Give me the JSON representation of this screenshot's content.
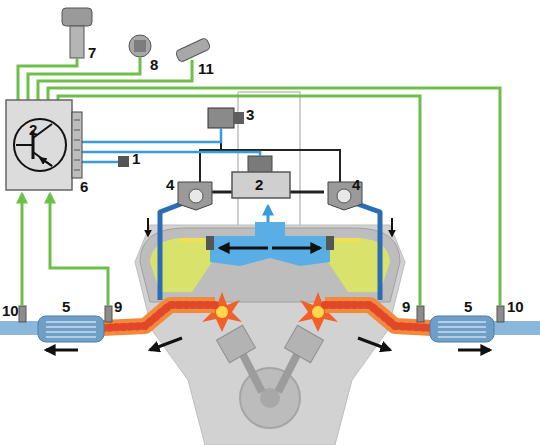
{
  "diagram": {
    "labels": [
      "7",
      "8",
      "11",
      "3",
      "2",
      "1",
      "6",
      "2",
      "4",
      "4",
      "10",
      "5",
      "9",
      "9",
      "5",
      "10"
    ]
  }
}
